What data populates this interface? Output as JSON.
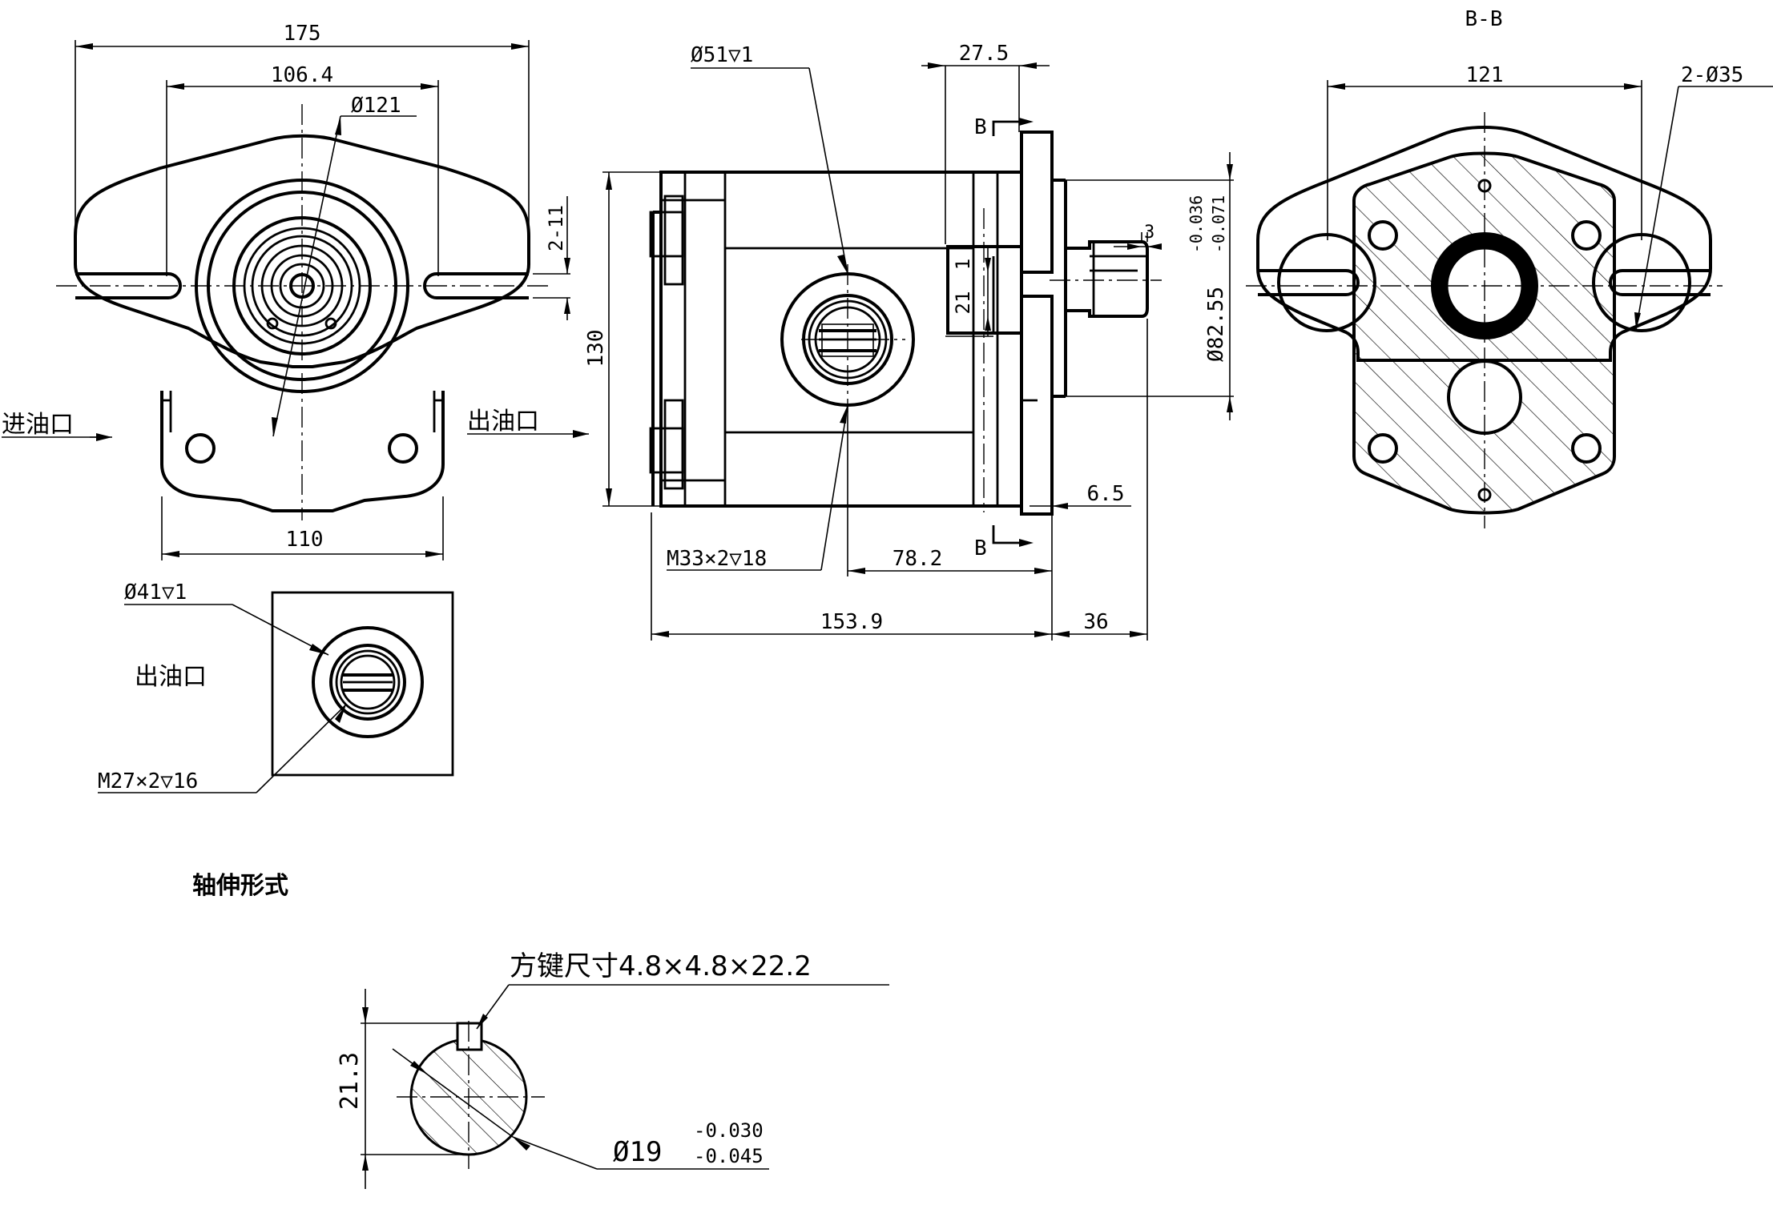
{
  "front_view": {
    "dim_width_overall": "175",
    "dim_slot_spacing": "106.4",
    "dim_pilot_dia": "Ø121",
    "dim_slot_width": "2-11",
    "dim_base_width": "110",
    "inlet_label": "进油口",
    "outlet_label": "出油口"
  },
  "side_view": {
    "dim_inlet_spot": "Ø51▽1",
    "dim_flange_offset": "27.5",
    "section_mark": "B",
    "dim_key_3": "3",
    "dim_key_1": "1",
    "dim_key_21": "21",
    "dim_tol_upper": "-0.036",
    "dim_tol_lower": "-0.071",
    "dim_pilot": "Ø82.55",
    "dim_height": "130",
    "dim_inlet_thread": "M33×2▽18",
    "dim_flange_thk": "6.5",
    "dim_port_pos": "78.2",
    "dim_body_len": "153.9",
    "dim_shaft_len": "36"
  },
  "section_view": {
    "title": "B-B",
    "dim_slot_spacing": "121",
    "dim_holes": "2-Ø35"
  },
  "outlet_view": {
    "dim_spot": "Ø41▽1",
    "label": "出油口",
    "dim_thread": "M27×2▽16"
  },
  "shaft_detail": {
    "title": "轴伸形式",
    "key_note": "方键尺寸4.8×4.8×22.2",
    "dim_height": "21.3",
    "dim_dia": "Ø19",
    "tol_upper": "-0.030",
    "tol_lower": "-0.045"
  }
}
